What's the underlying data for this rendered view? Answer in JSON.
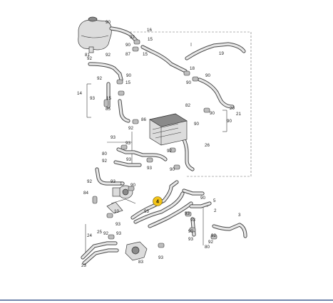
{
  "callout": {
    "label": "4",
    "color": "#f2c318"
  },
  "divider_color": "#1f3f7a",
  "part_labels": [
    "90",
    "16",
    "92",
    "90",
    "15",
    "81",
    "92",
    "87",
    "15",
    "19",
    "92",
    "18",
    "90",
    "90",
    "14",
    "15",
    "90",
    "92",
    "93",
    "15",
    "85",
    "82",
    "20",
    "90",
    "90",
    "21",
    "90",
    "86",
    "93",
    "92",
    "26",
    "80",
    "93",
    "92",
    "93",
    "93",
    "92",
    "90",
    "93",
    "92",
    "84",
    "1",
    "90",
    "90",
    "93",
    "5",
    "2",
    "10",
    "93",
    "93",
    "3",
    "24",
    "25",
    "93",
    "92",
    "90",
    "93",
    "80",
    "92",
    "92",
    "93",
    "23",
    "83",
    "93"
  ]
}
